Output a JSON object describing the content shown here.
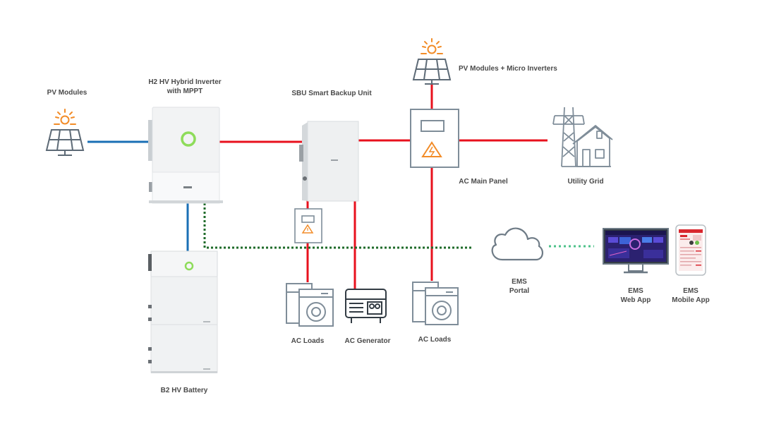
{
  "labels": {
    "pv_modules": "PV Modules",
    "inverter_line1": "H2 HV Hybrid Inverter",
    "inverter_line2": "with MPPT",
    "sbu": "SBU Smart Backup Unit",
    "pv_micro": "PV Modules + Micro Inverters",
    "ac_main_panel": "AC Main Panel",
    "utility_grid": "Utility Grid",
    "ems_portal_line1": "EMS",
    "ems_portal_line2": "Portal",
    "ems_web_line1": "EMS",
    "ems_web_line2": "Web App",
    "ems_mobile_line1": "EMS",
    "ems_mobile_line2": "Mobile App",
    "ac_loads_1": "AC Loads",
    "ac_generator": "AC Generator",
    "ac_loads_2": "AC Loads",
    "battery": "B2 HV Battery"
  },
  "colors": {
    "ac_line": "#e8111d",
    "dc_line": "#1a6fb5",
    "comm_line": "#1f6b2a",
    "wireless_line": "#4cc28a",
    "sun": "#f28c28",
    "icon_stroke": "#7f8d99",
    "indicator_ring": "#8edc5a"
  },
  "icons": [
    "sun-icon",
    "solar-panel-icon",
    "cloud-icon",
    "utility-grid-icon",
    "washer-icon",
    "generator-icon",
    "breaker-panel-icon",
    "monitor-icon",
    "phone-icon"
  ]
}
